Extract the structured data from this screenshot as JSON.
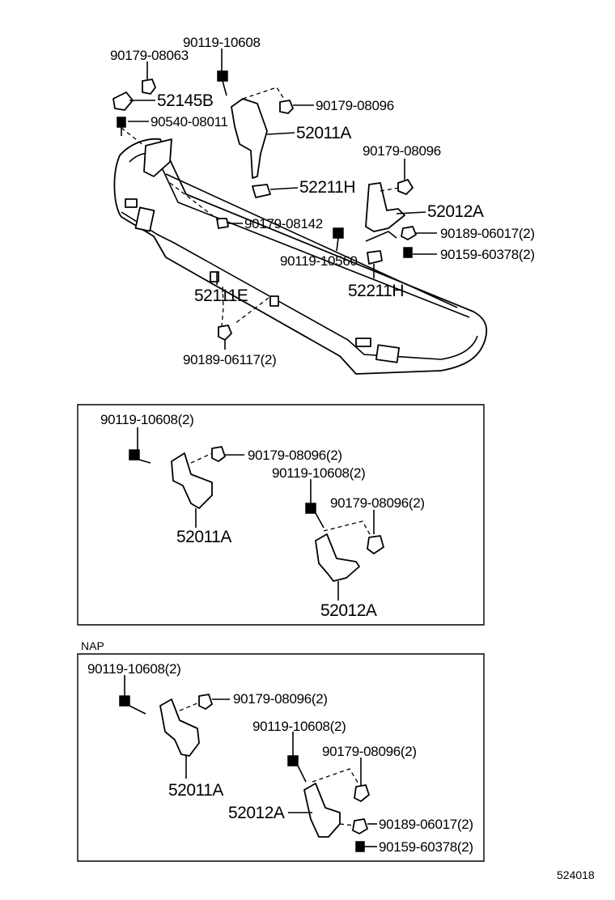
{
  "top": {
    "p_90119_10608": "90119-10608",
    "p_90179_08063": "90179-08063",
    "p_52145B": "52145B",
    "p_90540_08011": "90540-08011",
    "p_90179_08096_a": "90179-08096",
    "p_52011A": "52011A",
    "p_90179_08096_b": "90179-08096",
    "p_52211H_a": "52211H",
    "p_52012A": "52012A",
    "p_90179_08142": "90179-08142",
    "p_90189_06017": "90189-06017(2)",
    "p_90119_10560": "90119-10560",
    "p_90159_60378": "90159-60378(2)",
    "p_52211H_b": "52211H",
    "p_52111E": "52111E",
    "p_90189_06117": "90189-06117(2)"
  },
  "middle": {
    "p_90119_10608_a": "90119-10608(2)",
    "p_90179_08096_a": "90179-08096(2)",
    "p_90119_10608_b": "90119-10608(2)",
    "p_90179_08096_b": "90179-08096(2)",
    "p_52011A": "52011A",
    "p_52012A": "52012A"
  },
  "nap": {
    "label": "NAP",
    "p_90119_10608_a": "90119-10608(2)",
    "p_90179_08096_a": "90179-08096(2)",
    "p_90119_10608_b": "90119-10608(2)",
    "p_90179_08096_b": "90179-08096(2)",
    "p_52011A": "52011A",
    "p_52012A": "52012A",
    "p_90189_06017": "90189-06017(2)",
    "p_90159_60378": "90159-60378(2)"
  },
  "figure_number": "524018"
}
